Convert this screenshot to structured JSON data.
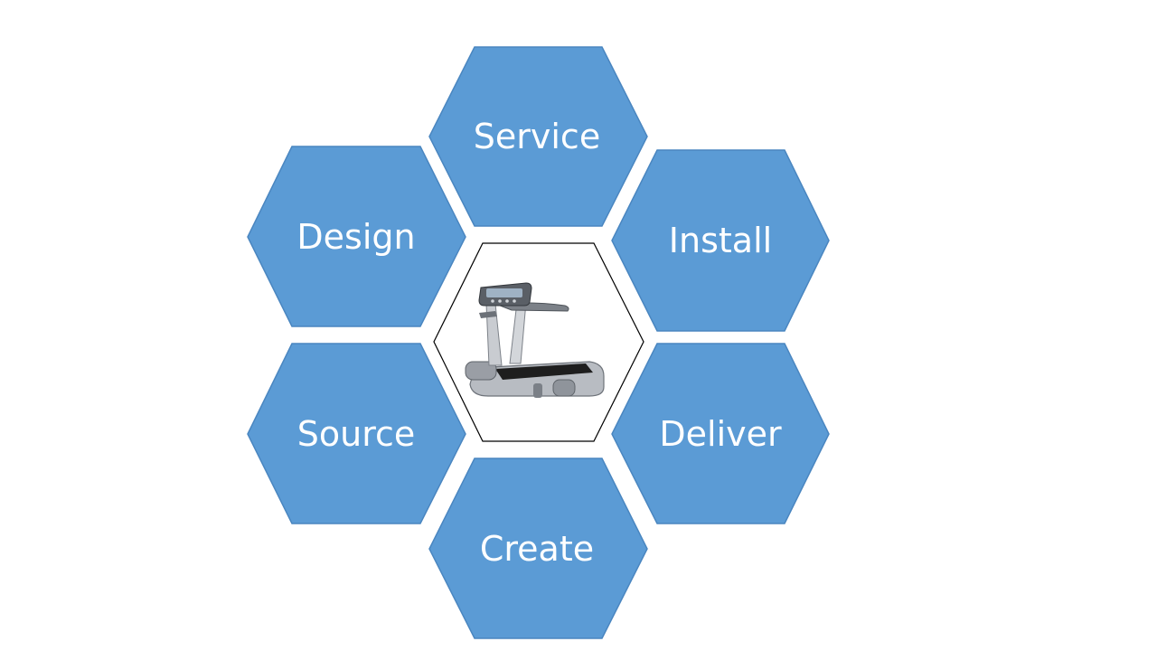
{
  "diagram": {
    "center": {
      "image": "treadmill",
      "fill": "#ffffff",
      "stroke": "#000000"
    },
    "hexagons": [
      {
        "id": "service",
        "label": "Service"
      },
      {
        "id": "design",
        "label": "Design"
      },
      {
        "id": "install",
        "label": "Install"
      },
      {
        "id": "source",
        "label": "Source"
      },
      {
        "id": "deliver",
        "label": "Deliver"
      },
      {
        "id": "create",
        "label": "Create"
      }
    ],
    "colors": {
      "hex_fill": "#5B9BD5",
      "hex_stroke": "#4A86C0",
      "label": "#ffffff"
    }
  }
}
